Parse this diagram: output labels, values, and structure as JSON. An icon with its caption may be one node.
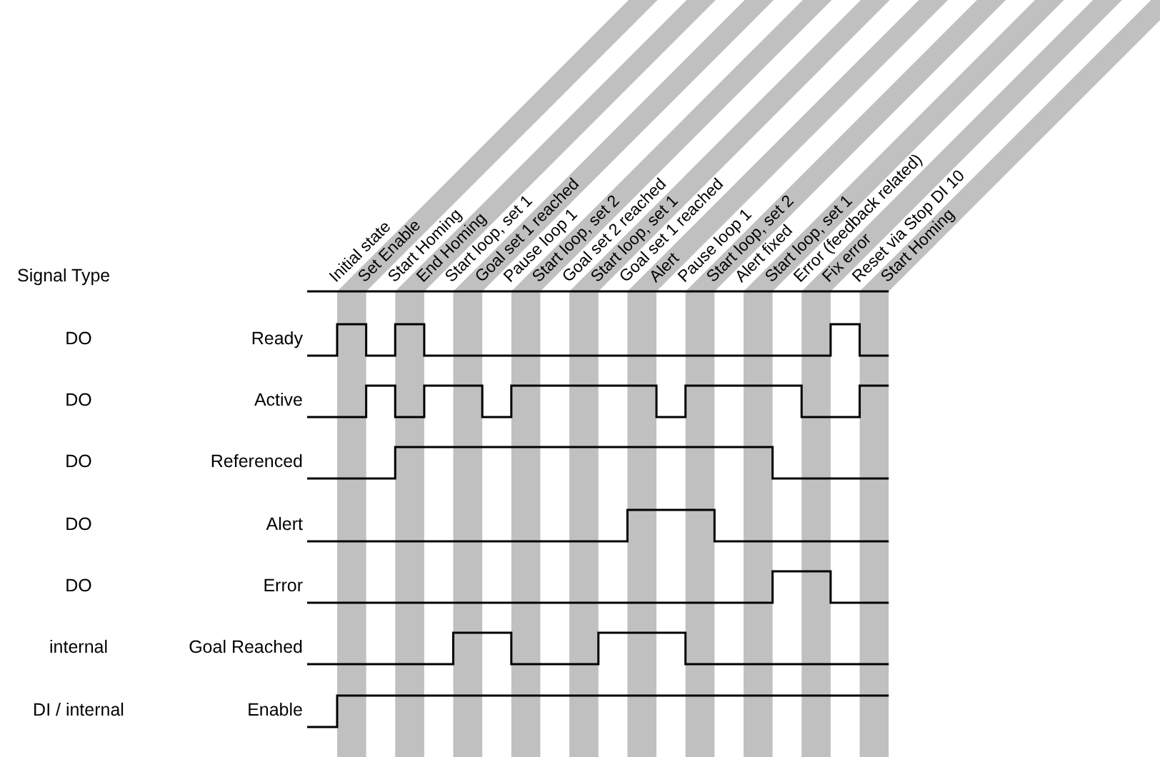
{
  "diagram": {
    "labels": [
      "Initial state",
      "Set Enable",
      "Start Homing",
      "End Homing",
      "Start loop, set 1",
      "Goal set 1 reached",
      "Pause loop 1",
      "Start loop, set 2",
      "Goal set 2 reached",
      "Start loop, set 1",
      "Goal set 1 reached",
      "Alert",
      "Pause loop 1",
      "Start loop, set 2",
      "Alert fixed",
      "Start loop, set 1",
      "Error (feedback related)",
      "Fix error",
      "Reset via Stop DI 10",
      "Start Homing",
      "Signal Type",
      "DO",
      "Ready",
      "DO",
      "Active",
      "DO",
      "Referenced",
      "DO",
      "Alert",
      "DO",
      "Error",
      "internal",
      "Goal Reached",
      "DI / internal",
      "Enable"
    ]
  }
}
